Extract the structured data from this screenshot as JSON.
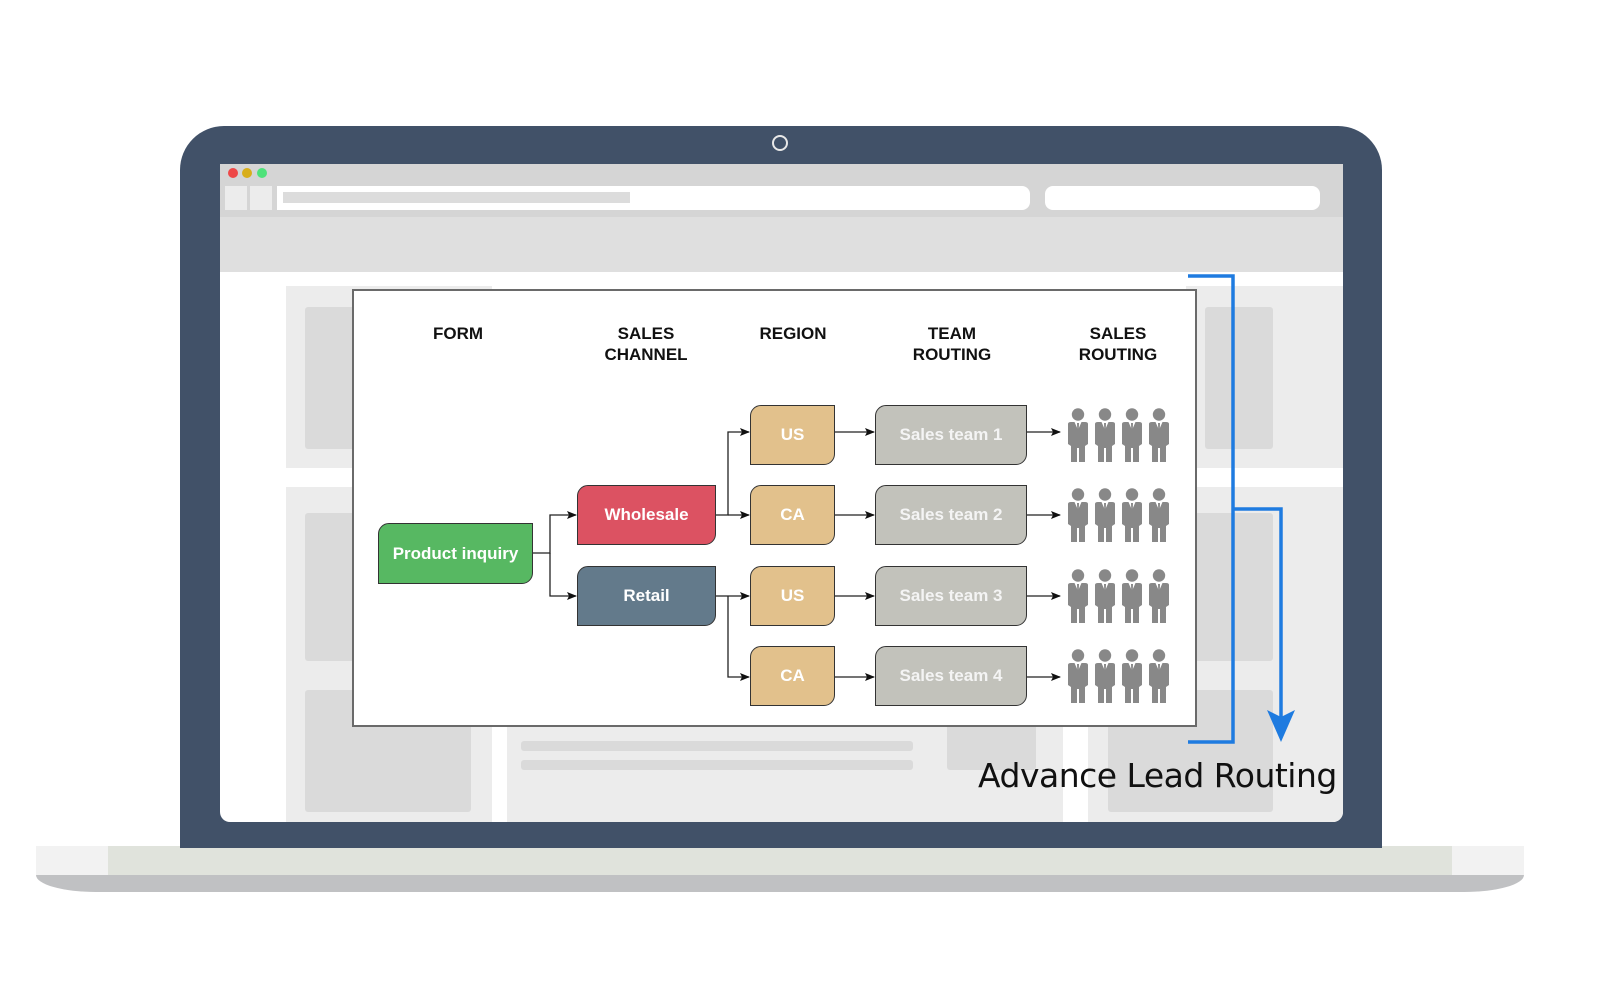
{
  "browser": {
    "window_controls": [
      "close",
      "minimize",
      "maximize"
    ],
    "address_bar_value": "",
    "search_bar_value": ""
  },
  "diagram": {
    "columns": [
      {
        "id": "form",
        "line1": "FORM",
        "line2": ""
      },
      {
        "id": "sales_channel",
        "line1": "SALES",
        "line2": "CHANNEL"
      },
      {
        "id": "region",
        "line1": "REGION",
        "line2": ""
      },
      {
        "id": "team_routing",
        "line1": "TEAM",
        "line2": "ROUTING"
      },
      {
        "id": "sales_routing",
        "line1": "SALES",
        "line2": "ROUTING"
      }
    ],
    "form_node": {
      "label": "Product inquiry",
      "color": "#57b862"
    },
    "channels": [
      {
        "label": "Wholesale",
        "color": "#dc5262"
      },
      {
        "label": "Retail",
        "color": "#637a8b"
      }
    ],
    "regions": [
      {
        "label": "US",
        "channel": "Wholesale"
      },
      {
        "label": "CA",
        "channel": "Wholesale"
      },
      {
        "label": "US",
        "channel": "Retail"
      },
      {
        "label": "CA",
        "channel": "Retail"
      }
    ],
    "teams": [
      {
        "label": "Sales team 1",
        "reps": 4
      },
      {
        "label": "Sales team 2",
        "reps": 4
      },
      {
        "label": "Sales team 3",
        "reps": 4
      },
      {
        "label": "Sales team 4",
        "reps": 4
      }
    ],
    "region_color": "#e2c18c",
    "team_color": "#c2c2bb",
    "person_icon": "businessman-icon",
    "person_color": "#888888"
  },
  "annotation": {
    "caption": "Advance Lead Routing",
    "accent_color": "#1e7be0"
  }
}
